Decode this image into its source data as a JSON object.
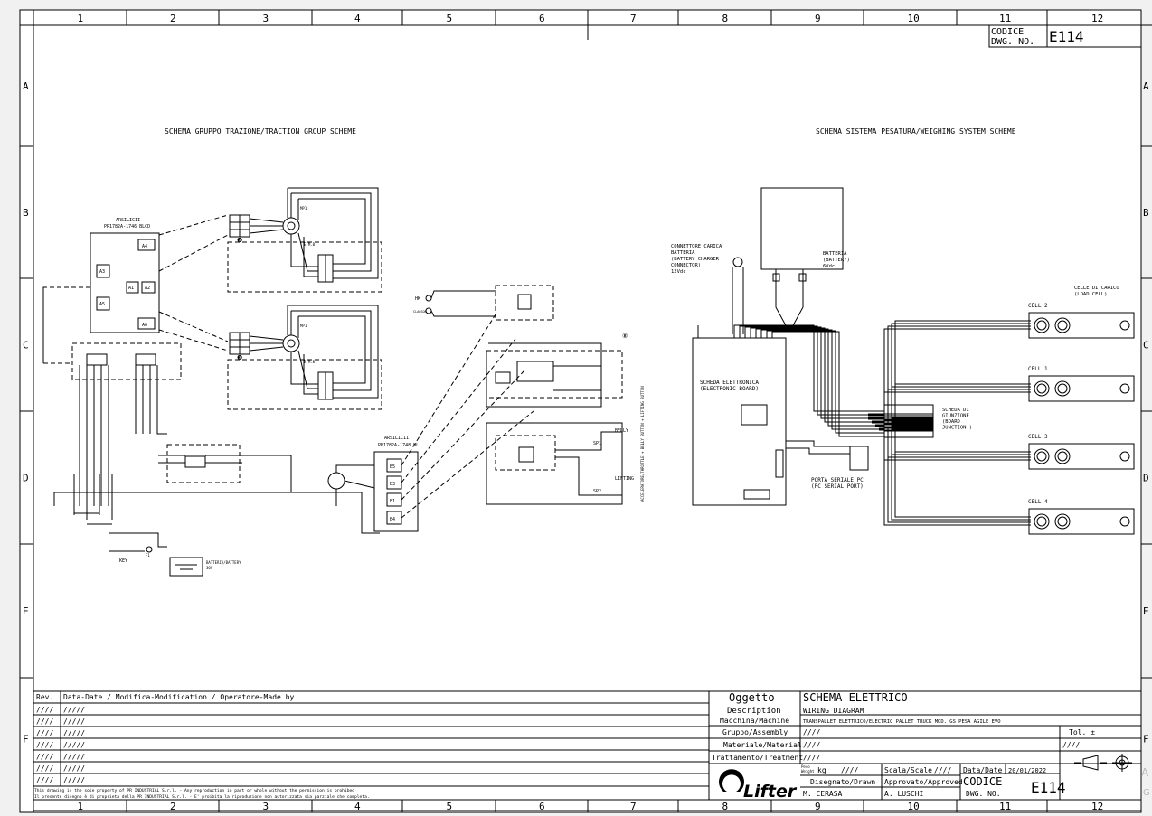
{
  "grid": {
    "columns": [
      "1",
      "2",
      "3",
      "4",
      "5",
      "6",
      "7",
      "8",
      "9",
      "10",
      "11",
      "12"
    ],
    "rows": [
      "A",
      "B",
      "C",
      "D",
      "E",
      "F"
    ]
  },
  "header": {
    "code_label_1": "CODICE",
    "code_label_2": "DWG. NO.",
    "code": "E114"
  },
  "traction": {
    "title": "SCHEMA GRUPPO TRAZIONE/TRACTION GROUP SCHEME",
    "controller_top_1": "ARSILICII",
    "controller_top_2": "PR1782A-1746 BLCD",
    "controller_bottom_1": "ARSILICII",
    "controller_bottom_2": "PR1782A-1748 UL",
    "a_labels": [
      "A4",
      "A3",
      "A2",
      "A5",
      "A1",
      "A6"
    ],
    "b_labels": [
      "B5",
      "B3",
      "B1",
      "B4"
    ],
    "hk": "HK",
    "klaxon": "CLACSON",
    "belly": "BELLY",
    "lifting": "LIFTING",
    "sp1": "SP1",
    "sp2": "SP2",
    "key": "KEY",
    "fuse": "F1",
    "battery": "BATTERIA/BATTERY",
    "battery_v": "36V",
    "vertical_label": "ACCELERATORE/THROTTLE + BELLY BUTTON + LIFTING BUTTON"
  },
  "weighing": {
    "title": "SCHEMA SISTEMA PESATURA/WEIGHING SYSTEM SCHEME",
    "charger": [
      "CONNETTORE CARICA",
      "BATTERIA",
      "(BATTERY CHARGER",
      "CONNECTOR)",
      "12Vdc"
    ],
    "battery": [
      "BATTERIA",
      "(BATTERY)",
      "6Vdc"
    ],
    "load_cells": [
      "CELLE DI CARICO",
      "(LOAD CELL)"
    ],
    "board": [
      "SCHEDA ELETTRONICA",
      "(ELECTRONIC BOARD)"
    ],
    "junction": [
      "SCHEDA DI",
      "GIUNZIONE",
      "(BOARD",
      "JUNCTION    )"
    ],
    "serial": [
      "PORTA SERIALE PC",
      "(PC SERIAL PORT)"
    ],
    "cells": [
      "CELL 2",
      "CELL 1",
      "CELL 3",
      "CELL 4"
    ]
  },
  "revision": {
    "header": [
      "Rev.",
      "Data-Date / Modifica-Modification / Operatore-Made by"
    ],
    "rows": [
      "////",
      "////",
      "////",
      "////",
      "////",
      "////",
      "////"
    ],
    "row_text": [
      "/////",
      "/////",
      "/////",
      "/////",
      "/////",
      "/////",
      "/////"
    ]
  },
  "titleblock": {
    "oggetto": "Oggetto",
    "description": "Description",
    "title_it": "SCHEMA ELETTRICO",
    "title_en": "WIRING DIAGRAM",
    "machine_label": "Macchina/Machine",
    "machine": "TRANSPALLET ELETTRICO/ELECTRIC PALLET TRUCK MOD. GS PESA AGILE EVO",
    "assembly_label": "Gruppo/Assembly",
    "assembly": "////",
    "material_label": "Materiale/Material",
    "material": "////",
    "treatment_label": "Trattamento/Treatment",
    "treatment": "////",
    "tol": "Tol. ±",
    "tol_val": "////",
    "peso": "Peso",
    "weight": "Weight",
    "kg": "kg",
    "weight_val": "////",
    "scale_label": "Scala/Scale",
    "scale": "////",
    "date_label": "Data/Date",
    "date": "20/01/2022",
    "drawn_label": "Disegnato/Drawn",
    "drawn": "M. CERASA",
    "approved_label": "Approvato/Approved",
    "approved": "A. LUSCHI",
    "code_label_1": "CODICE",
    "code_label_2": "DWG. NO.",
    "code": "E114",
    "logo": "Lifter",
    "disclaimer_1": "This drawing is the sole property of PR INDUSTRIAL S.r.l. - Any reproduction in part or whole without the permission is prohibed",
    "disclaimer_2": "Il presente disegno è di proprietà della PR INDUSTRIAL S.r.l. - E' proibita la riproduzione non autorizzata sia parziale che completa."
  },
  "viewer_overlay": {
    "letter_a": "A",
    "letter_g": "G"
  }
}
